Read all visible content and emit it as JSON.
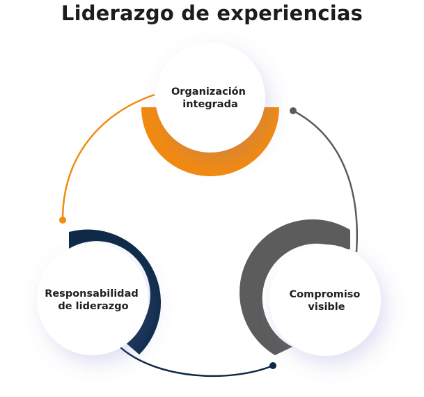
{
  "title": "Liderazgo de experiencias",
  "colors": {
    "orange": "#F28A0F",
    "gray": "#5C5C5C",
    "navy": "#0E2A47",
    "text": "#1f1f1f"
  },
  "nodes": [
    {
      "id": "organizacion",
      "lines": [
        "Organización",
        "integrada"
      ],
      "color": "#F28A0F"
    },
    {
      "id": "compromiso",
      "lines": [
        "Compromiso",
        "visible"
      ],
      "color": "#5C5C5C"
    },
    {
      "id": "responsabilidad",
      "lines": [
        "Responsabilidad",
        "de liderazgo"
      ],
      "color": "#0E2A47"
    }
  ]
}
